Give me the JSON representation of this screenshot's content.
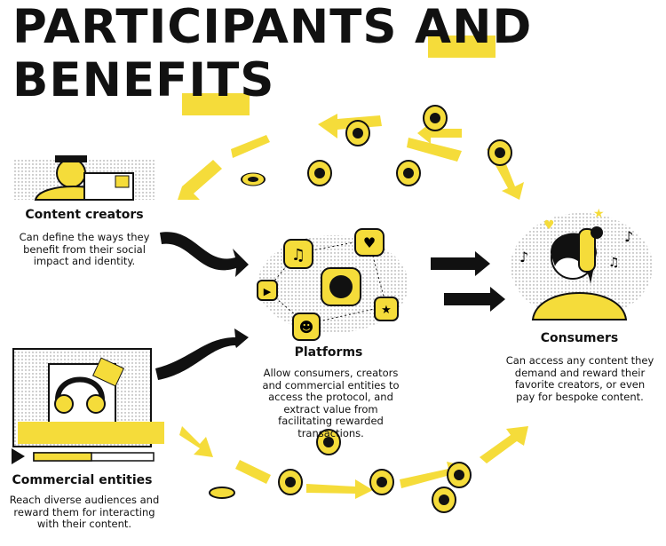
{
  "title": {
    "line1": "PARTICIPANTS AND",
    "line2": "BENEFITS"
  },
  "colors": {
    "accent": "#f5dc3a",
    "ink": "#111111"
  },
  "participants": {
    "content_creators": {
      "title": "Content creators",
      "description": "Can define the ways they benefit from their social impact and identity."
    },
    "platforms": {
      "title": "Platforms",
      "description": "Allow consumers, creators and commercial entities to access the protocol, and extract value from facilitating rewarded transactions."
    },
    "consumers": {
      "title": "Consumers",
      "description": "Can access any content they demand and reward their favorite creators, or even pay for bespoke content."
    },
    "commercial_entities": {
      "title": "Commercial entities",
      "description": "Reach diverse audiences and reward them for interacting with their content."
    }
  },
  "icons": [
    "music-note-icon",
    "heart-icon",
    "play-icon",
    "star-icon",
    "smiley-icon",
    "owl-logo-icon",
    "coin-icon",
    "headphones-icon"
  ]
}
